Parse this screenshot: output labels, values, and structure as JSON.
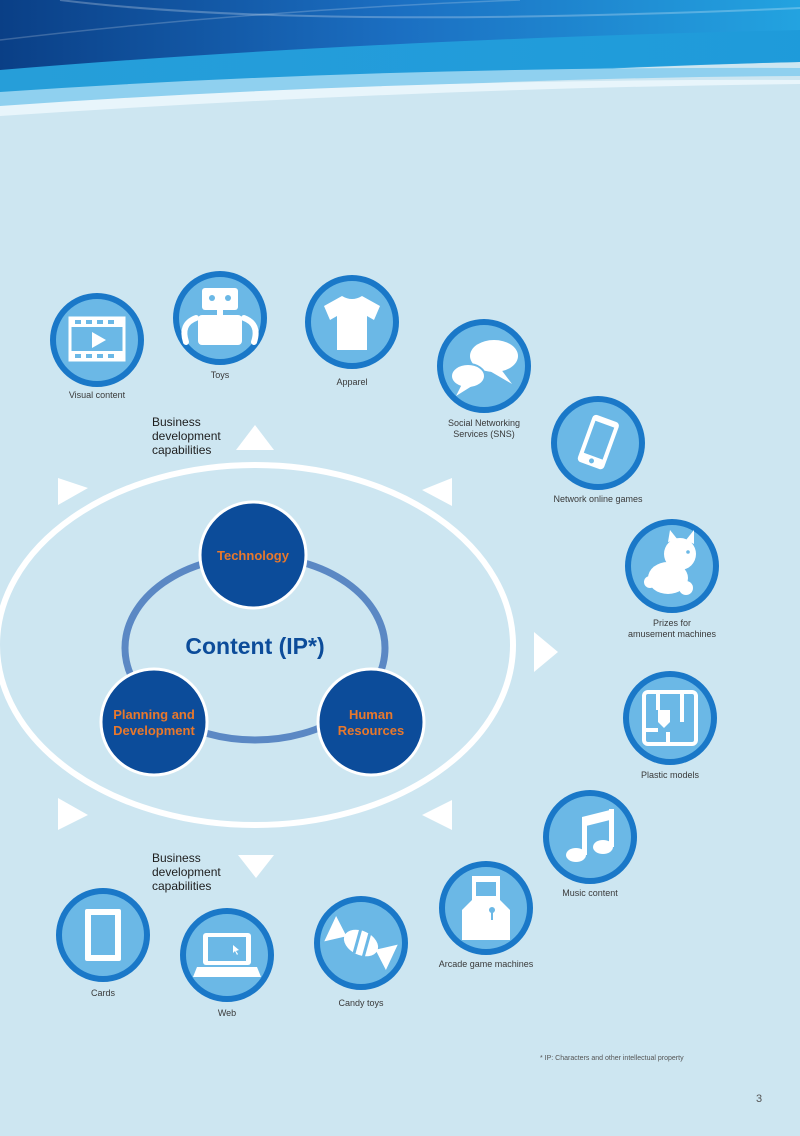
{
  "core": {
    "title": "Content (IP*)",
    "technology": "Technology",
    "planning_line1": "Planning and",
    "planning_line2": "Development",
    "human_line1": "Human",
    "human_line2": "Resources"
  },
  "business_labels": {
    "top": [
      "Business",
      "development",
      "capabilities"
    ],
    "bottom": [
      "Business",
      "development",
      "capabilities"
    ]
  },
  "products": [
    {
      "key": "visual_content",
      "label": [
        "Visual content"
      ],
      "icon": "film-icon"
    },
    {
      "key": "toys",
      "label": [
        "Toys"
      ],
      "icon": "robot-icon"
    },
    {
      "key": "apparel",
      "label": [
        "Apparel"
      ],
      "icon": "tshirt-icon"
    },
    {
      "key": "sns",
      "label": [
        "Social Networking",
        "Services (SNS)"
      ],
      "icon": "speech-bubbles-icon"
    },
    {
      "key": "online_games",
      "label": [
        "Network online games"
      ],
      "icon": "smartphone-icon"
    },
    {
      "key": "prizes",
      "label": [
        "Prizes for",
        "amusement machines"
      ],
      "icon": "cat-plush-icon"
    },
    {
      "key": "plastic_models",
      "label": [
        "Plastic models"
      ],
      "icon": "model-kit-icon"
    },
    {
      "key": "music",
      "label": [
        "Music content"
      ],
      "icon": "music-note-icon"
    },
    {
      "key": "arcade",
      "label": [
        "Arcade game machines"
      ],
      "icon": "arcade-cabinet-icon"
    },
    {
      "key": "candy_toys",
      "label": [
        "Candy toys"
      ],
      "icon": "candy-icon"
    },
    {
      "key": "web",
      "label": [
        "Web"
      ],
      "icon": "laptop-icon"
    },
    {
      "key": "cards",
      "label": [
        "Cards"
      ],
      "icon": "card-icon"
    }
  ],
  "footnote": "* IP: Characters and other intellectual property",
  "page_number": "3",
  "colors": {
    "background": "#cde6f1",
    "navy": "#0c4c9a",
    "orange": "#e8782c",
    "icon_ring": "#1a78c8",
    "icon_fill": "#6bb8e6"
  }
}
